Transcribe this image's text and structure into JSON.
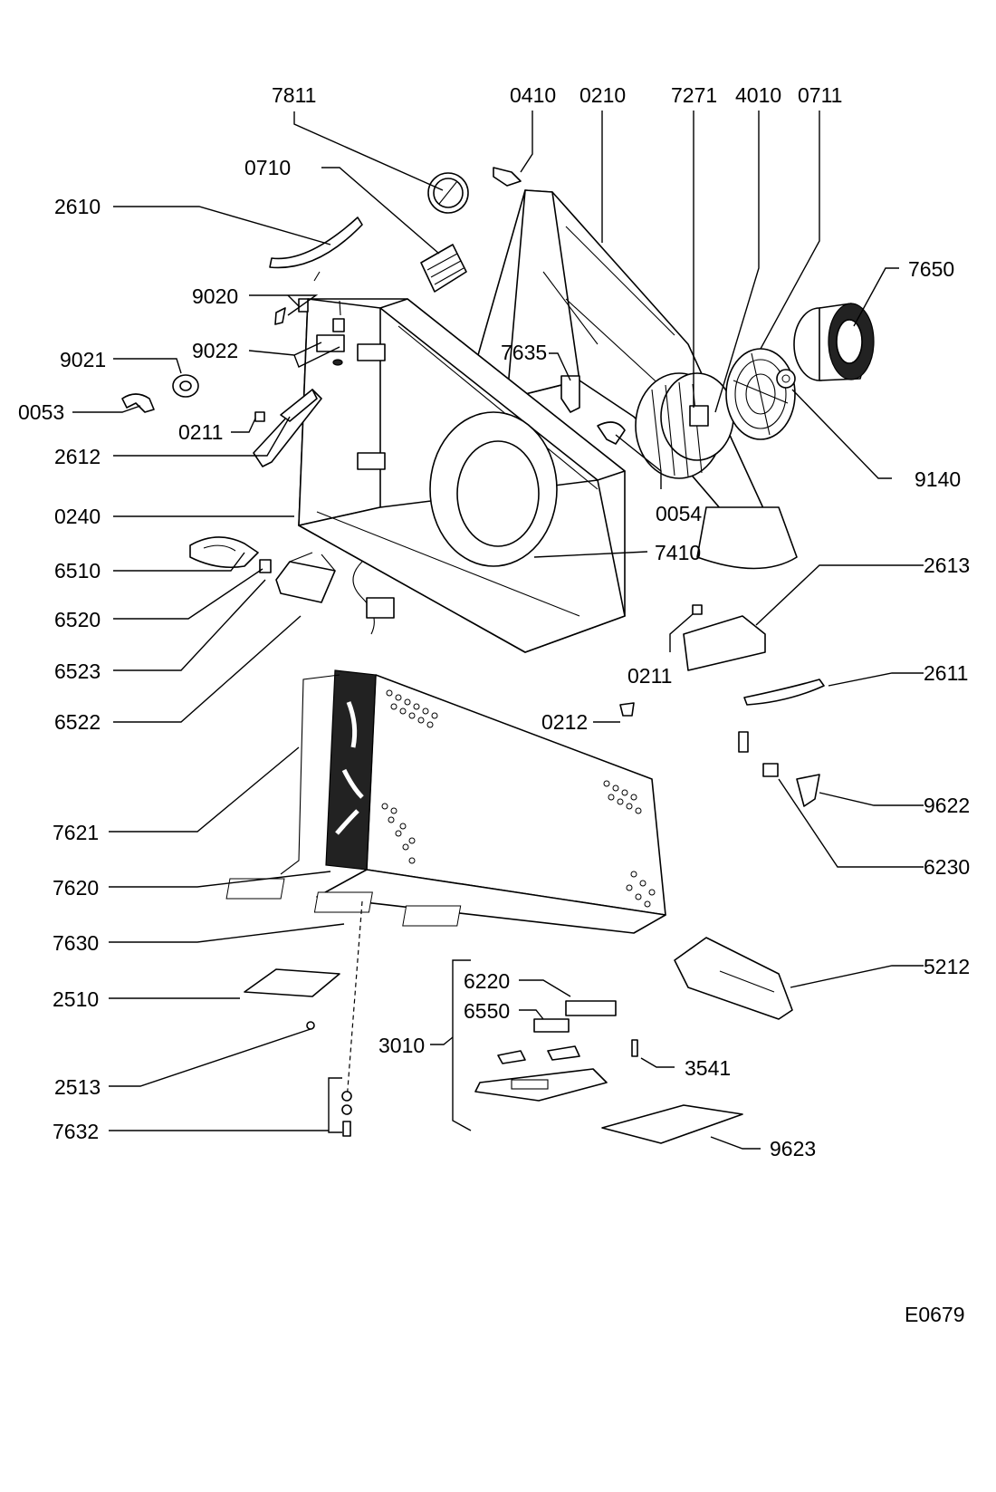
{
  "diagram": {
    "drawing_code": "E0679",
    "part_numbers": {
      "p7811": "7811",
      "p0410": "0410",
      "p0210": "0210",
      "p7271": "7271",
      "p4010": "4010",
      "p0711": "0711",
      "p0710": "0710",
      "p2610": "2610",
      "p7650": "7650",
      "p9020": "9020",
      "p9022": "9022",
      "p7635": "7635",
      "p9021": "9021",
      "p0053": "0053",
      "p0211a": "0211",
      "p9140": "9140",
      "p2612": "2612",
      "p0054": "0054",
      "p0240": "0240",
      "p7410": "7410",
      "p6510": "6510",
      "p2613": "2613",
      "p6520": "6520",
      "p0211b": "0211",
      "p6523": "6523",
      "p2611": "2611",
      "p0212": "0212",
      "p6522": "6522",
      "p9622": "9622",
      "p7621": "7621",
      "p6230": "6230",
      "p7620": "7620",
      "p7630": "7630",
      "p6220": "6220",
      "p5212": "5212",
      "p6550": "6550",
      "p2510": "2510",
      "p3010": "3010",
      "p3541": "3541",
      "p2513": "2513",
      "p7632": "7632",
      "p9623": "9623"
    }
  }
}
